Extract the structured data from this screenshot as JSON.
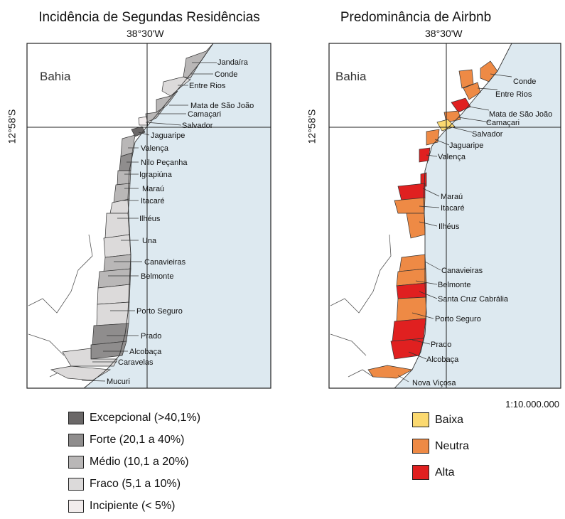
{
  "left_map": {
    "title": "Incidência de Segundas Residências",
    "longitude_label": "38°30'W",
    "latitude_label": "12°58'S",
    "state_label": "Bahia",
    "places": [
      "Jandaíra",
      "Conde",
      "Entre Rios",
      "Mata de São João",
      "Camaçari",
      "Salvador",
      "Jaguaripe",
      "Valença",
      "Nilo Peçanha",
      "Igrapiúna",
      "Maraú",
      "Itacaré",
      "Ilhéus",
      "Una",
      "Canavieiras",
      "Belmonte",
      "Porto Seguro",
      "Prado",
      "Alcobaça",
      "Caravelas",
      "Mucuri"
    ],
    "legend": [
      {
        "label": "Excepcional (>40,1%)",
        "color": "#6b6868"
      },
      {
        "label": "Forte (20,1 a 40%)",
        "color": "#8f8d8d"
      },
      {
        "label": "Médio (10,1 a 20%)",
        "color": "#b9b7b7"
      },
      {
        "label": "Fraco (5,1 a 10%)",
        "color": "#dcdada"
      },
      {
        "label": "Incipiente (< 5%)",
        "color": "#f2ecec"
      }
    ]
  },
  "right_map": {
    "title": "Predominância de Airbnb",
    "longitude_label": "38°30'W",
    "latitude_label": "12°58'S",
    "state_label": "Bahia",
    "places": [
      "Conde",
      "Entre Rios",
      "Mata de São João",
      "Camaçari",
      "Salvador",
      "Jaguaripe",
      "Valença",
      "Maraú",
      "Itacaré",
      "Ilhéus",
      "Canavieiras",
      "Belmonte",
      "Santa Cruz Cabrália",
      "Porto Seguro",
      "Prado",
      "Alcobaça",
      "Nova Viçosa"
    ],
    "legend": [
      {
        "label": "Baixa",
        "color": "#fbd970"
      },
      {
        "label": "Neutra",
        "color": "#ee8a45"
      },
      {
        "label": "Alta",
        "color": "#e02020"
      }
    ]
  },
  "scale_label": "1:10.000.000",
  "colors": {
    "ocean": "#dde9f0",
    "land": "#ffffff",
    "border": "#222222"
  }
}
